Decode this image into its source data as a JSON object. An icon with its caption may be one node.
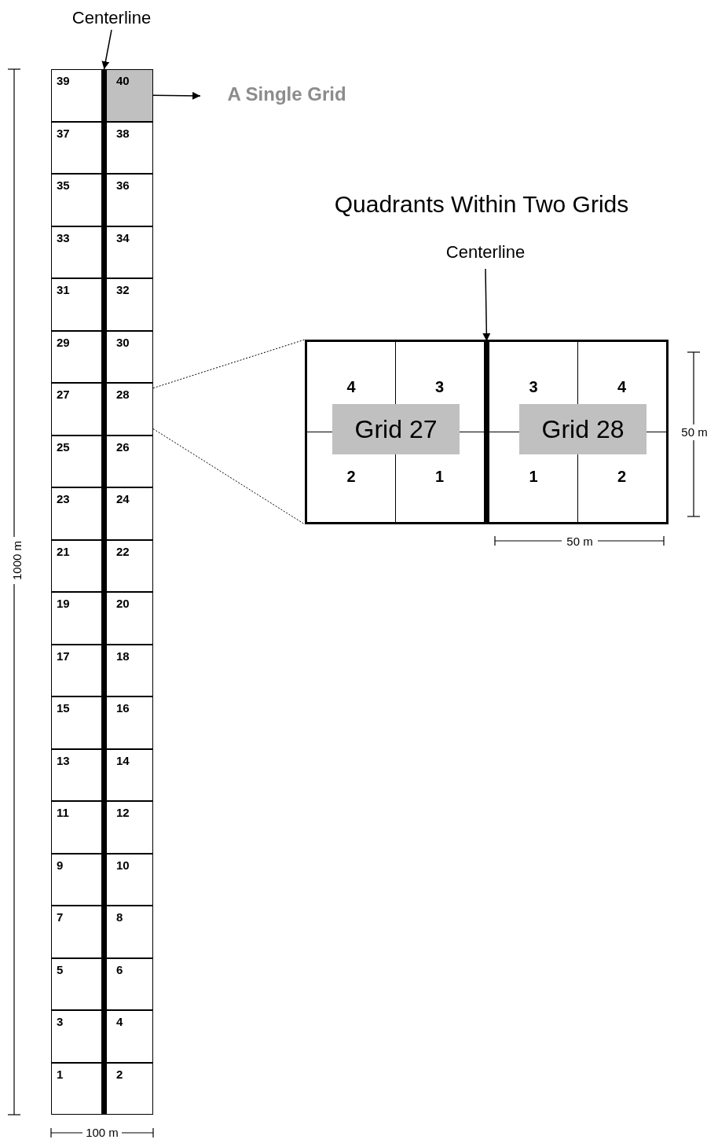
{
  "diagram": {
    "nodes": [
      {
        "text": [
          "Centerline"
        ]
      },
      {
        "text": [],
        "shape": "bar"
      },
      {
        "text": [
          "39"
        ]
      },
      {
        "text": [
          "40"
        ]
      },
      {
        "text": [
          "37"
        ]
      },
      {
        "text": [
          "38"
        ]
      },
      {
        "text": [
          "35"
        ]
      },
      {
        "text": [
          "36"
        ]
      },
      {
        "text": [
          "33"
        ]
      },
      {
        "text": [
          "34"
        ]
      },
      {
        "text": [
          "31"
        ]
      },
      {
        "text": [
          "32"
        ]
      },
      {
        "text": [
          "29"
        ]
      },
      {
        "text": [
          "30"
        ]
      },
      {
        "text": [
          "27"
        ]
      },
      {
        "text": [
          "28"
        ]
      },
      {
        "text": [
          "25"
        ]
      },
      {
        "text": [
          "26"
        ]
      },
      {
        "text": [
          "23"
        ]
      },
      {
        "text": [
          "24"
        ]
      },
      {
        "text": [
          "21"
        ]
      },
      {
        "text": [
          "22"
        ]
      },
      {
        "text": [
          "19"
        ]
      },
      {
        "text": [
          "20"
        ]
      },
      {
        "text": [
          "17"
        ]
      },
      {
        "text": [
          "18"
        ]
      },
      {
        "text": [
          "15"
        ]
      },
      {
        "text": [
          "16"
        ]
      },
      {
        "text": [
          "13"
        ]
      },
      {
        "text": [
          "14"
        ]
      },
      {
        "text": [
          "11"
        ]
      },
      {
        "text": [
          "12"
        ]
      },
      {
        "text": [
          "9"
        ]
      },
      {
        "text": [
          "10"
        ]
      },
      {
        "text": [
          "7"
        ]
      },
      {
        "text": [
          "8"
        ]
      },
      {
        "text": [
          "5"
        ]
      },
      {
        "text": [
          "6"
        ]
      },
      {
        "text": [
          "3"
        ]
      },
      {
        "text": [
          "4"
        ]
      },
      {
        "text": [
          "1"
        ]
      },
      {
        "text": [
          "2"
        ]
      },
      {
        "text": [
          "A Single Grid"
        ]
      },
      {
        "text": [
          "Centerline"
        ]
      },
      {
        "text": [],
        "shape": "box"
      },
      {
        "text": [],
        "shape": "bar",
        "in": 44
      },
      {
        "text": [
          "Grid 27"
        ],
        "in": 44
      },
      {
        "text": [
          "4"
        ],
        "in": 46
      },
      {
        "text": [
          "3"
        ],
        "in": 46
      },
      {
        "text": [
          "2"
        ],
        "in": 46
      },
      {
        "text": [
          "1"
        ],
        "in": 46
      },
      {
        "text": [
          "Grid 28"
        ],
        "in": 44
      },
      {
        "text": [
          "3"
        ],
        "in": 51
      },
      {
        "text": [
          "4"
        ],
        "in": 51
      },
      {
        "text": [
          "1"
        ],
        "in": 51
      },
      {
        "text": [
          "2"
        ],
        "in": 51
      }
    ],
    "edges": [
      {
        "from": 0,
        "to": 1,
        "arrow": "to"
      },
      {
        "from": 3,
        "to": 42,
        "arrow": "to"
      },
      {
        "from": 43,
        "to": 45,
        "arrow": "to"
      },
      {
        "from": 15,
        "to": 44,
        "arrow": "none",
        "style": "dashed"
      },
      {
        "from": 15,
        "to": 44,
        "arrow": "none",
        "style": "dashed"
      }
    ],
    "labels": [
      "Quadrants Within Two Grids",
      "50 m",
      "50 m",
      "1000 m",
      "100 m"
    ]
  }
}
